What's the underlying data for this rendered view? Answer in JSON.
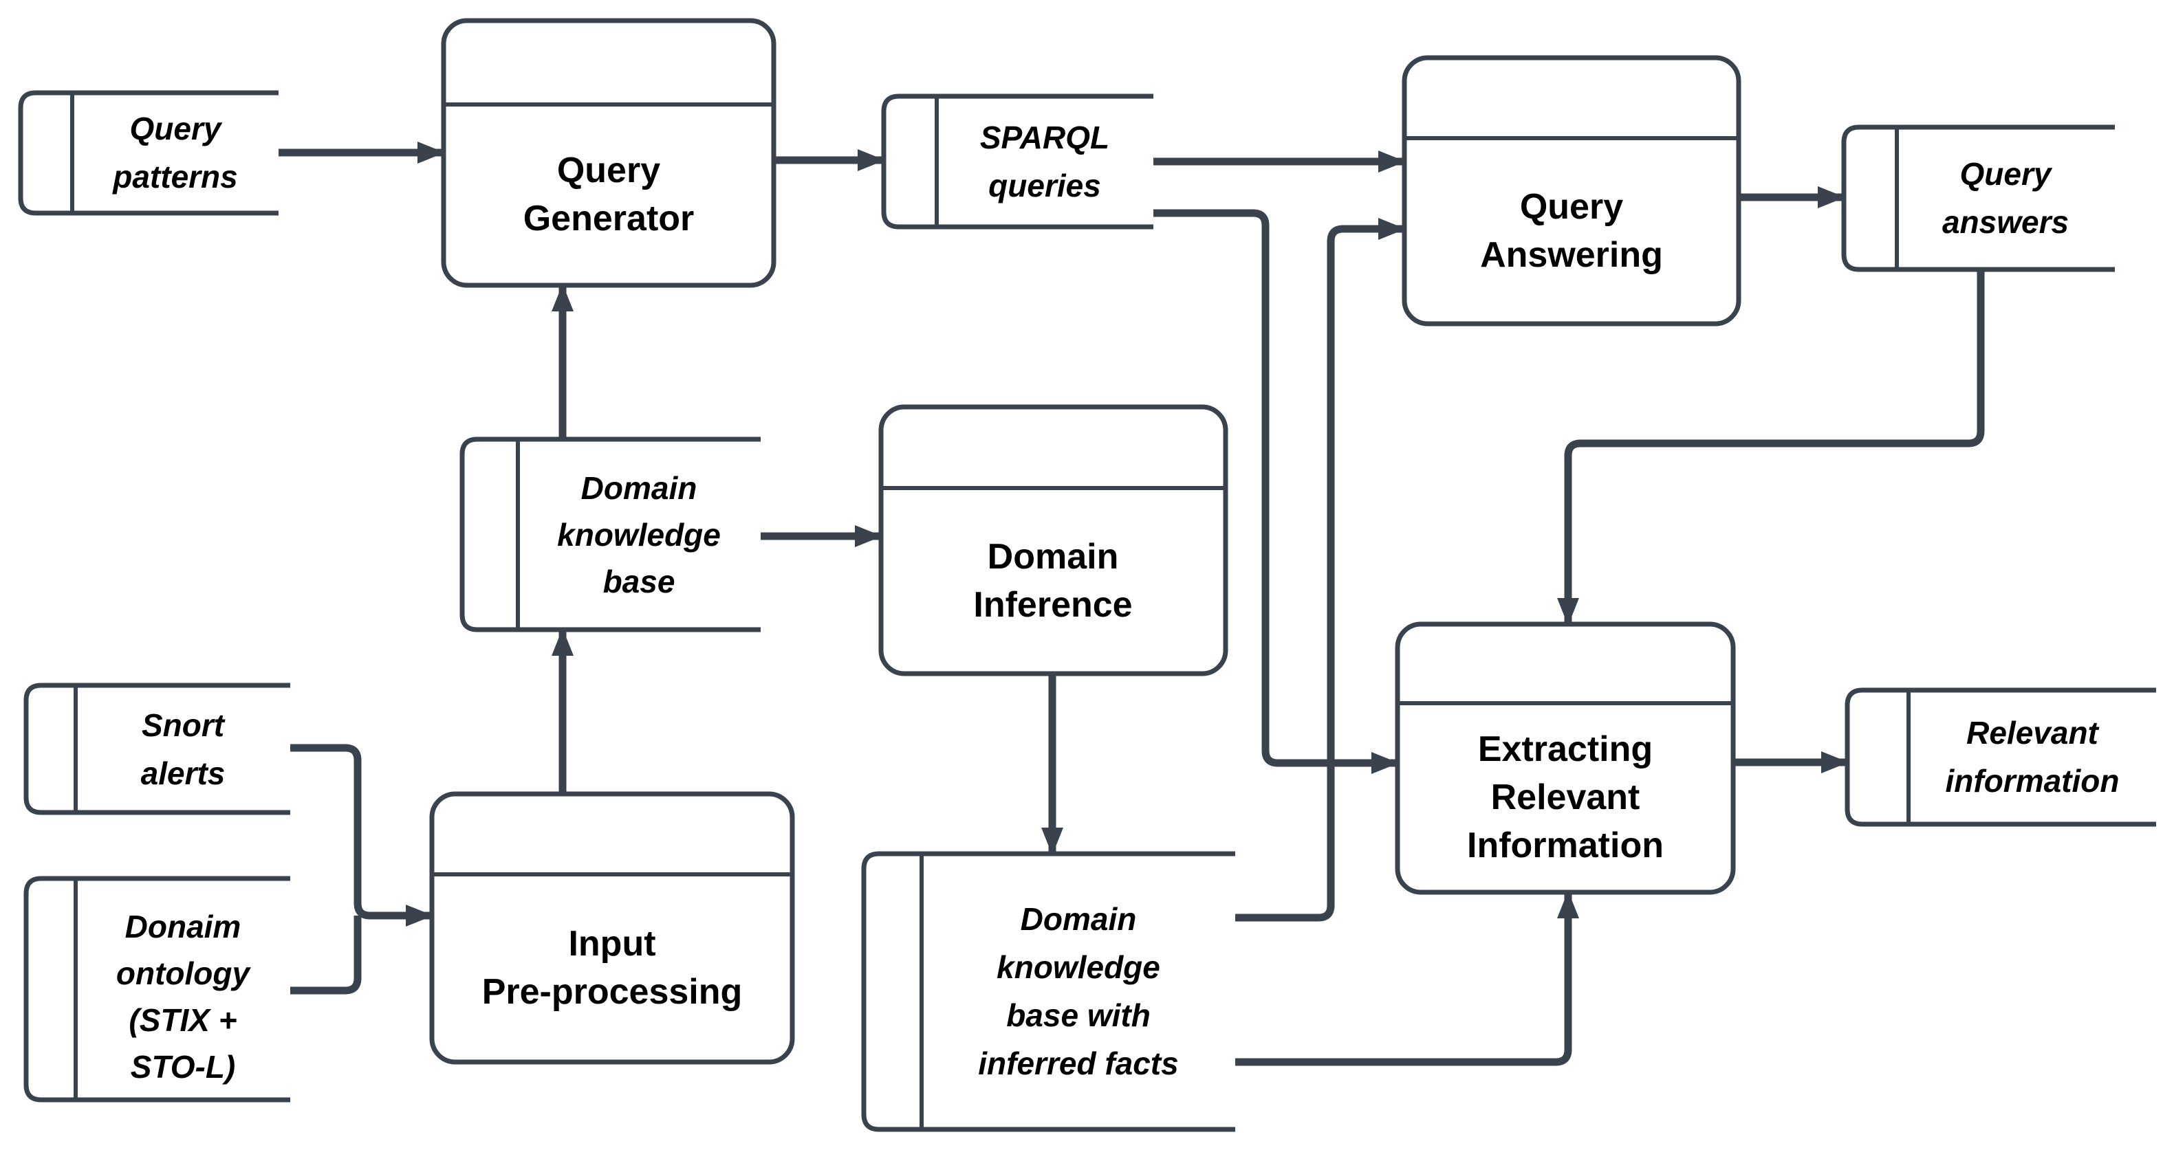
{
  "colors": {
    "stroke": "#3a424e",
    "text": "#000000",
    "background": "#ffffff"
  },
  "nodes": {
    "query_patterns": {
      "type": "data-store",
      "label": "Query patterns",
      "lines": [
        "Query",
        "patterns"
      ]
    },
    "query_generator": {
      "type": "process",
      "label": "Query Generator",
      "lines": [
        "Query",
        "Generator"
      ]
    },
    "sparql_queries": {
      "type": "data-store",
      "label": "SPARQL queries",
      "lines": [
        "SPARQL",
        "queries"
      ]
    },
    "query_answering": {
      "type": "process",
      "label": "Query Answering",
      "lines": [
        "Query",
        "Answering"
      ]
    },
    "query_answers": {
      "type": "data-store",
      "label": "Query answers",
      "lines": [
        "Query",
        "answers"
      ]
    },
    "domain_knowledge_base": {
      "type": "data-store",
      "label": "Domain knowledge base",
      "lines": [
        "Domain",
        "knowledge",
        "base"
      ]
    },
    "domain_inference": {
      "type": "process",
      "label": "Domain Inference",
      "lines": [
        "Domain",
        "Inference"
      ]
    },
    "snort_alerts": {
      "type": "data-store",
      "label": "Snort alerts",
      "lines": [
        "Snort",
        "alerts"
      ]
    },
    "domain_ontology": {
      "type": "data-store",
      "label": "Donaim ontology (STIX + STO-L)",
      "lines": [
        "Donaim",
        "ontology",
        "(STIX +",
        "STO-L)"
      ]
    },
    "input_preprocessing": {
      "type": "process",
      "label": "Input Pre-processing",
      "lines": [
        "Input",
        "Pre-processing"
      ]
    },
    "domain_kb_inferred": {
      "type": "data-store",
      "label": "Domain knowledge base with inferred facts",
      "lines": [
        "Domain",
        "knowledge",
        "base with",
        "inferred facts"
      ]
    },
    "extracting_relevant_information": {
      "type": "process",
      "label": "Extracting Relevant Information",
      "lines": [
        "Extracting",
        "Relevant",
        "Information"
      ]
    },
    "relevant_information": {
      "type": "data-store",
      "label": "Relevant information",
      "lines": [
        "Relevant",
        "information"
      ]
    }
  },
  "edges": [
    {
      "from": "query_patterns",
      "to": "query_generator"
    },
    {
      "from": "query_generator",
      "to": "sparql_queries"
    },
    {
      "from": "sparql_queries",
      "to": "query_answering"
    },
    {
      "from": "sparql_queries",
      "to": "extracting_relevant_information"
    },
    {
      "from": "query_answering",
      "to": "query_answers"
    },
    {
      "from": "query_answers",
      "to": "extracting_relevant_information"
    },
    {
      "from": "domain_knowledge_base",
      "to": "query_generator"
    },
    {
      "from": "input_preprocessing",
      "to": "domain_knowledge_base"
    },
    {
      "from": "domain_knowledge_base",
      "to": "domain_inference"
    },
    {
      "from": "domain_inference",
      "to": "domain_kb_inferred"
    },
    {
      "from": "domain_kb_inferred",
      "to": "query_answering"
    },
    {
      "from": "domain_kb_inferred",
      "to": "extracting_relevant_information"
    },
    {
      "from": "snort_alerts",
      "to": "input_preprocessing"
    },
    {
      "from": "domain_ontology",
      "to": "input_preprocessing"
    },
    {
      "from": "extracting_relevant_information",
      "to": "relevant_information"
    }
  ]
}
